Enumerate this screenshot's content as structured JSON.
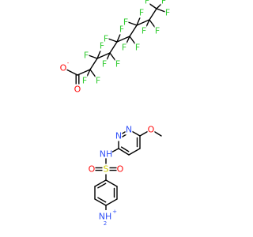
{
  "molecule": {
    "atoms": {
      "fluorine": "F",
      "oxygen": "O",
      "nitrogen": "N",
      "sulfur": "S",
      "nh": "NH",
      "ammonium": "NH",
      "h_subscript": "2",
      "plus": "+",
      "minus": "-"
    },
    "colors": {
      "fluorine": "#33cc33",
      "oxygen": "#ff0d0d",
      "nitrogen": "#3050f8",
      "sulfur": "#cccc00",
      "bond": "#000000"
    }
  }
}
